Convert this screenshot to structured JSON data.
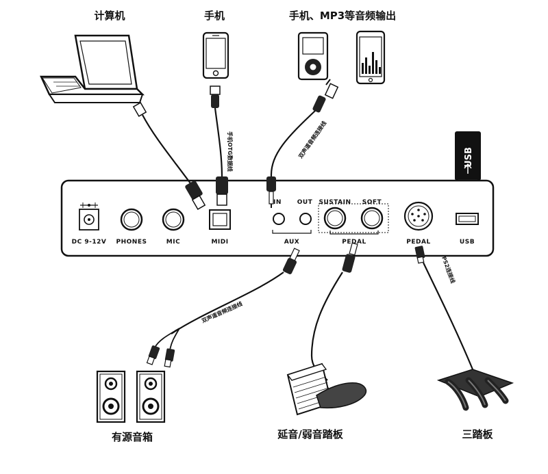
{
  "devices": {
    "computer": "计算机",
    "phone": "手机",
    "audio_out": "手机、MP3等音频输出",
    "speakers": "有源音箱",
    "sustain_pedal": "延音/弱音踏板",
    "triple_pedal": "三踏板"
  },
  "cables": {
    "otg": "手机OTG数据线",
    "stereo_in": "双声道音频连接线",
    "stereo_out": "双声道音频连接线",
    "ps2": "PS2连接线"
  },
  "panel": {
    "dc": "DC 9-12V",
    "phones": "PHONES",
    "mic": "MIC",
    "midi": "MIDI",
    "in": "IN",
    "out": "OUT",
    "aux": "AUX",
    "sustain": "SUSTAIN",
    "soft": "SOFT",
    "pedal_group": "PEDAL",
    "pedal_din": "PEDAL",
    "usb": "USB"
  },
  "usb_stick_label": "USB"
}
